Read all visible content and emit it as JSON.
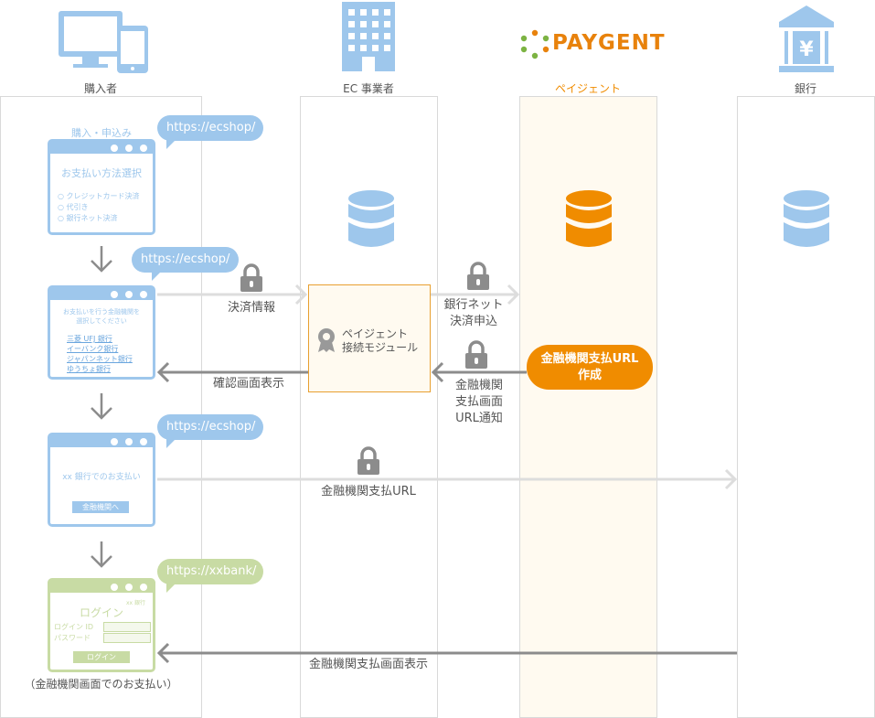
{
  "lanes": {
    "buyer": "購入者",
    "ec": "EC 事業者",
    "paygent": "ペイジェント",
    "bank": "銀行"
  },
  "logo": {
    "text": "PAYGENT",
    "color": "#e8820c",
    "dot_color": "#7cb342"
  },
  "colors": {
    "blue": "#9ec7ec",
    "orange": "#f08c00",
    "green": "#c8dba4",
    "gray": "#8c8c8c",
    "light_gray": "#dddddd",
    "lane_fill": "#fffaf0"
  },
  "bubbles": {
    "b1": "https://ecshop/",
    "b2": "https://ecshop/",
    "b3": "https://ecshop/",
    "b4": "https://xxbank/"
  },
  "screen1": {
    "heading": "購入・申込み",
    "title": "お支払い方法選択",
    "options": [
      "クレジットカード決済",
      "代引き",
      "銀行ネット決済"
    ]
  },
  "screen2": {
    "line1": "お支払いを行う金融機関を",
    "line2": "選択してください",
    "banks": [
      "三菱 UFJ 銀行",
      "イーバンク銀行",
      "ジャパンネット銀行",
      "ゆうちょ銀行"
    ]
  },
  "screen3": {
    "text": "xx 銀行でのお支払い",
    "button": "金融機関へ"
  },
  "screen4": {
    "bank_name": "xx 銀行",
    "title": "ログイン",
    "login_id": "ログイン ID",
    "password": "パスワード",
    "button": "ログイン",
    "caption": "（金融機関画面でのお支払い）"
  },
  "module": {
    "line1": "ペイジェント",
    "line2": "接続モジュール"
  },
  "paygent_box": {
    "line1": "金融機関支払URL",
    "line2": "作成"
  },
  "flows": {
    "settlement_info": "決済情報",
    "confirm_screen": "確認画面表示",
    "bank_net_1": "銀行ネット",
    "bank_net_2": "決済申込",
    "notify_1": "金融機関",
    "notify_2": "支払画面",
    "notify_3": "URL通知",
    "payment_url": "金融機関支払URL",
    "payment_screen": "金融機関支払画面表示"
  }
}
